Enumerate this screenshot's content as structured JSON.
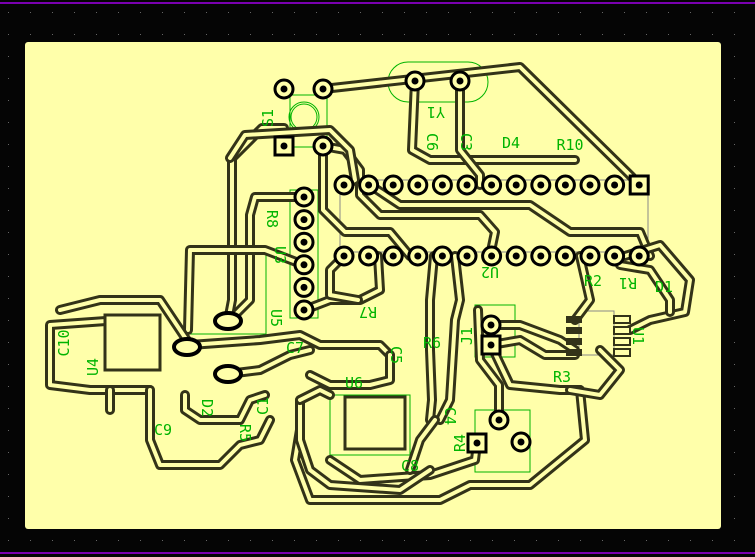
{
  "colors": {
    "board": "#ffffaa",
    "background": "#050505",
    "trace": "#333318",
    "silkscreen": "#00b400",
    "outline": "#7a00b0"
  },
  "components": [
    {
      "ref": "S1",
      "rot": -90
    },
    {
      "ref": "Y1",
      "rot": 180
    },
    {
      "ref": "C6",
      "rot": 90
    },
    {
      "ref": "C3",
      "rot": 90
    },
    {
      "ref": "D4",
      "rot": 0
    },
    {
      "ref": "R10",
      "rot": 0
    },
    {
      "ref": "U2",
      "rot": 180
    },
    {
      "ref": "R8",
      "rot": 90
    },
    {
      "ref": "U3",
      "rot": 90
    },
    {
      "ref": "R7",
      "rot": 180
    },
    {
      "ref": "U5",
      "rot": 90
    },
    {
      "ref": "C10",
      "rot": -90
    },
    {
      "ref": "U4",
      "rot": -90
    },
    {
      "ref": "C7",
      "rot": 0
    },
    {
      "ref": "C5",
      "rot": 90
    },
    {
      "ref": "R6",
      "rot": 0
    },
    {
      "ref": "J1",
      "rot": -90
    },
    {
      "ref": "U1",
      "rot": 90
    },
    {
      "ref": "R2",
      "rot": 0
    },
    {
      "ref": "R1",
      "rot": 180
    },
    {
      "ref": "D1",
      "rot": 0
    },
    {
      "ref": "R3",
      "rot": 0
    },
    {
      "ref": "U6",
      "rot": 0
    },
    {
      "ref": "C1",
      "rot": -90
    },
    {
      "ref": "D2",
      "rot": 90
    },
    {
      "ref": "C9",
      "rot": 0
    },
    {
      "ref": "R5",
      "rot": 90
    },
    {
      "ref": "C4",
      "rot": 90
    },
    {
      "ref": "R4",
      "rot": -90
    },
    {
      "ref": "C8",
      "rot": 0
    }
  ]
}
